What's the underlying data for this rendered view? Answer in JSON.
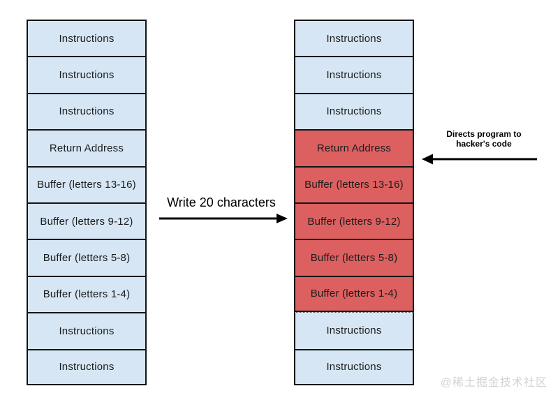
{
  "colors": {
    "box_blue": "#d6e6f4",
    "box_red": "#dd6060",
    "border": "#141414",
    "arrow": "#000000",
    "watermark": "#d2d2d2",
    "background": "#ffffff"
  },
  "left_stack": {
    "boxes": [
      {
        "label": "Instructions",
        "variant": "blue"
      },
      {
        "label": "Instructions",
        "variant": "blue"
      },
      {
        "label": "Instructions",
        "variant": "blue"
      },
      {
        "label": "Return Address",
        "variant": "blue"
      },
      {
        "label": "Buffer (letters 13-16)",
        "variant": "blue"
      },
      {
        "label": "Buffer (letters 9-12)",
        "variant": "blue"
      },
      {
        "label": "Buffer (letters 5-8)",
        "variant": "blue"
      },
      {
        "label": "Buffer (letters 1-4)",
        "variant": "blue"
      },
      {
        "label": "Instructions",
        "variant": "blue"
      },
      {
        "label": "Instructions",
        "variant": "blue"
      }
    ]
  },
  "right_stack": {
    "boxes": [
      {
        "label": "Instructions",
        "variant": "blue"
      },
      {
        "label": "Instructions",
        "variant": "blue"
      },
      {
        "label": "Instructions",
        "variant": "blue"
      },
      {
        "label": "Return Address",
        "variant": "red"
      },
      {
        "label": "Buffer (letters 13-16)",
        "variant": "red"
      },
      {
        "label": "Buffer (letters 9-12)",
        "variant": "red"
      },
      {
        "label": "Buffer (letters 5-8)",
        "variant": "red"
      },
      {
        "label": "Buffer (letters 1-4)",
        "variant": "red",
        "solid_bottom": true
      },
      {
        "label": "Instructions",
        "variant": "blue",
        "dotted_top": true
      },
      {
        "label": "Instructions",
        "variant": "blue"
      }
    ]
  },
  "write_annotation": {
    "label": "Write 20 characters"
  },
  "redirect_annotation": {
    "line1": "Directs program to",
    "line2": "hacker's code"
  },
  "watermark": {
    "label": "@稀土掘金技术社区"
  }
}
